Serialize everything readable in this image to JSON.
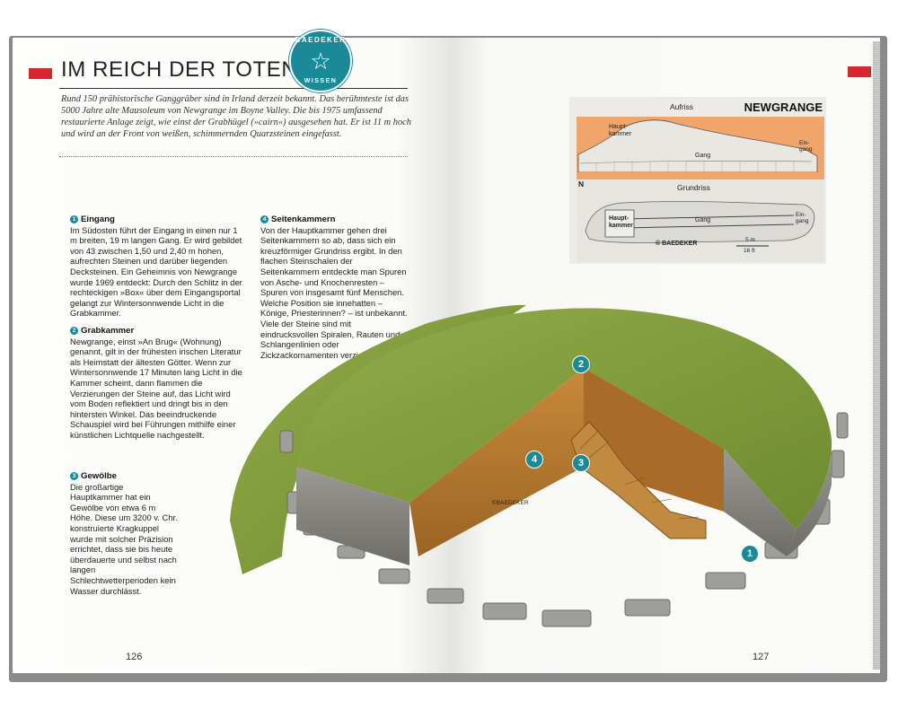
{
  "left": {
    "title": "IM REICH DER TOTEN",
    "seal": {
      "top": "BAEDEKER",
      "bottom": "WISSEN",
      "star": "☆"
    },
    "intro": "Rund 150 prähistorische Ganggräber sind in Irland derzeit bekannt. Das berühmteste ist das 5000 Jahre alte Mausoleum von Newgrange im Boyne Valley. Die bis 1975 umfassend restaurierte Anlage zeigt, wie einst der Grabhügel (»cairn«) ausgesehen hat. Er ist 11 m hoch und wird an der Front von weißen, schimmernden Quarzsteinen eingefasst.",
    "sections": [
      {
        "num": "1",
        "heading": "Eingang",
        "text": "Im Südosten führt der Eingang in einen nur 1 m breiten, 19 m langen Gang. Er wird gebildet von 43 zwischen 1,50 und 2,40 m hohen, aufrechten Steinen und darüber liegenden Decksteinen. Ein Geheimnis von Newgrange wurde 1969 entdeckt: Durch den Schlitz in der rechteckigen »Box« über dem Eingangsportal gelangt zur Wintersonnwende Licht in die Grabkammer."
      },
      {
        "num": "2",
        "heading": "Grabkammer",
        "text": "Newgrange, einst »An Brug« (Wohnung) genannt, gilt in der frühesten irischen Literatur als Heimstatt der ältesten Götter. Wenn zur Wintersonnwende 17 Minuten lang Licht in die Kammer scheint, dann flammen die Verzierungen der Steine auf, das Licht wird vom Boden reflektiert und dringt bis in den hintersten Winkel. Das beeindruckende Schauspiel wird bei Führungen mithilfe einer künstlichen Lichtquelle nachgestellt."
      },
      {
        "num": "3",
        "heading": "Gewölbe",
        "text": "Die großartige Hauptkammer hat ein Gewölbe von etwa 6 m Höhe. Diese um 3200 v. Chr. konstruierte Kragkuppel wurde mit solcher Präzision errichtet, dass sie bis heute überdauerte und selbst nach langen Schlechtwetterperioden kein Wasser durchlässt."
      },
      {
        "num": "4",
        "heading": "Seitenkammern",
        "text": "Von der Hauptkammer gehen drei Seitenkammern so ab, dass sich ein kreuzförmiger Grundriss ergibt. In den flachen Steinschalen der Seitenkammern entdeckte man Spuren von Asche- und Knochenresten – Spuren von insgesamt fünf Menschen. Welche Position sie innehatten – Könige, Priesterinnen? – ist unbekannt. Viele der Steine sind mit eindrucksvollen Spiralen, Rauten und Schlangenlinien oder Zickzackornamenten verziert."
      }
    ],
    "page_number": "126"
  },
  "right": {
    "plan": {
      "title": "NEWGRANGE",
      "aufriss": "Aufriss",
      "grundriss": "Grundriss",
      "hauptkammer": "Haupt-kammer",
      "gang": "Gang",
      "eingang": "Ein-gang",
      "north": "N",
      "copyright": "© BAEDEKER",
      "scale_m": "5 m",
      "scale_ft": "16 ft"
    },
    "markers": [
      "1",
      "2",
      "3",
      "4"
    ],
    "illustration_copyright": "©BAEDEKER",
    "page_number": "127"
  },
  "colors": {
    "accent": "#1b8a98",
    "tab": "#d7262e",
    "grass": "#7d9a3a",
    "earth": "#b5782e"
  }
}
